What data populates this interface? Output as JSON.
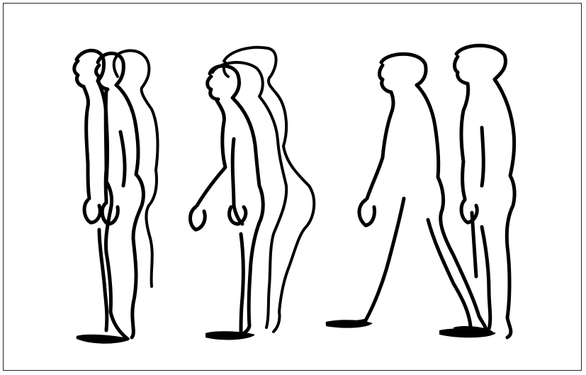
{
  "figure": {
    "panels": [
      {
        "name": "panel-standing-posture"
      },
      {
        "name": "panel-flexed-posture"
      },
      {
        "name": "panel-walking-posture"
      }
    ]
  },
  "colors": {
    "line": "#000000",
    "background": "#ffffff",
    "frame": "#222222"
  }
}
